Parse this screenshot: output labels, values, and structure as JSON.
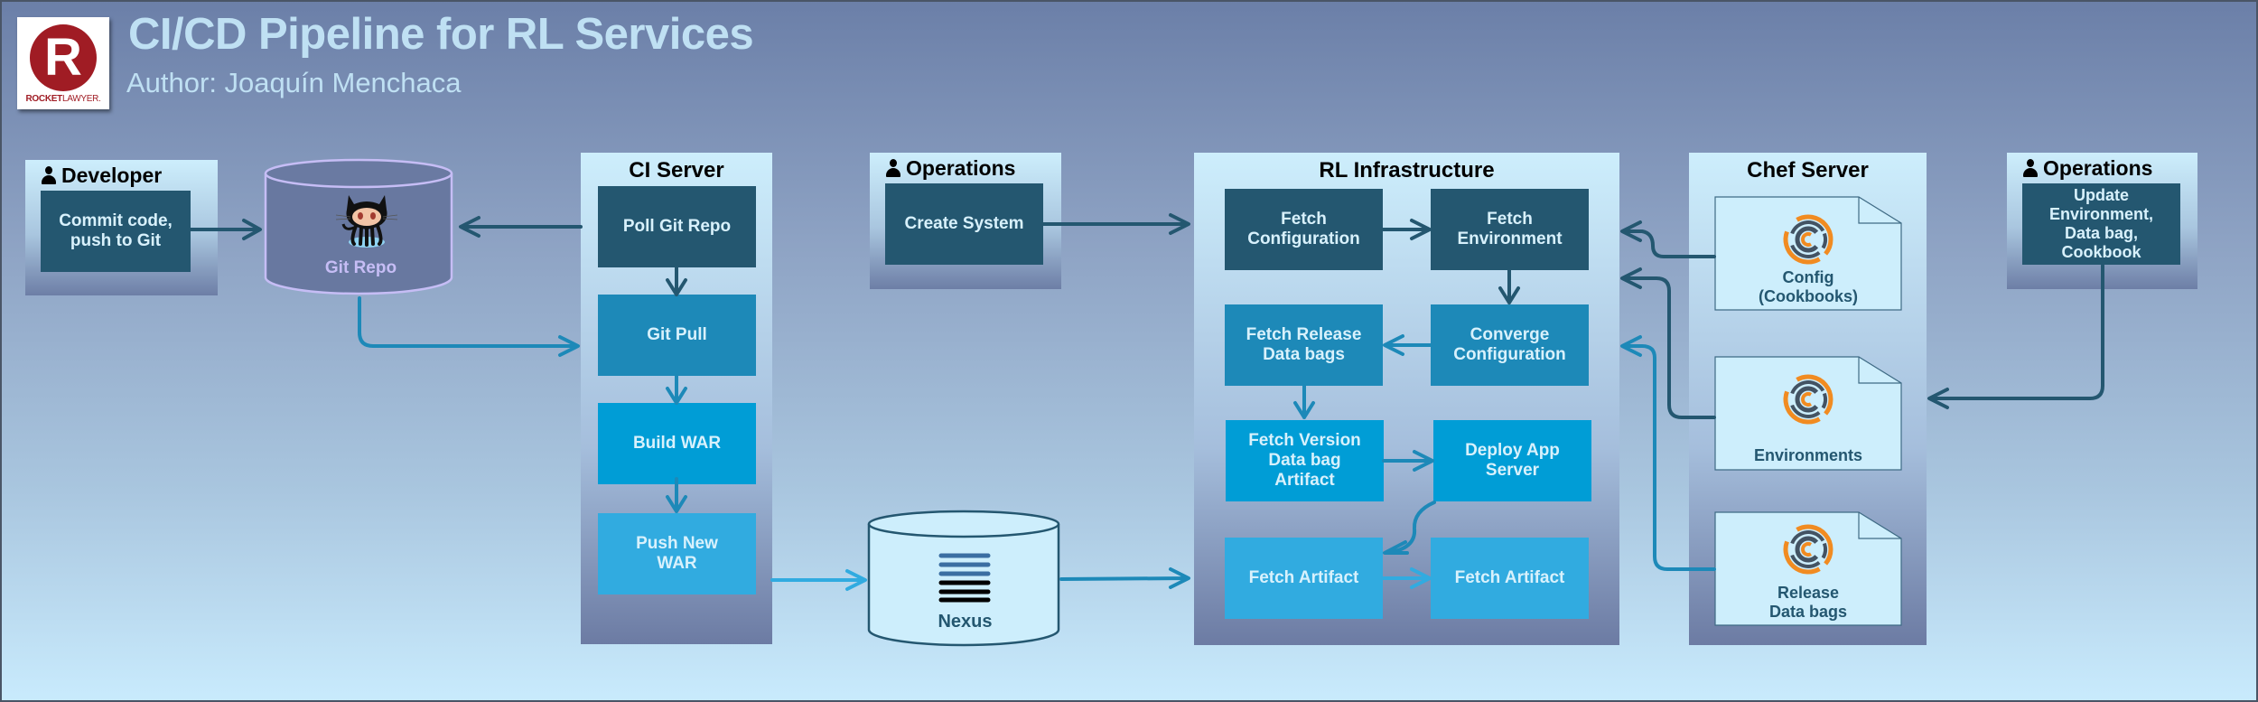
{
  "header": {
    "title": "CI/CD Pipeline for RL Services",
    "subtitle": "Author: Joaquín Menchaca",
    "logo": {
      "letter": "R",
      "brand_bold": "ROCKET",
      "brand_light": "LAWYER."
    }
  },
  "colors": {
    "dark": "#245770",
    "medium": "#1d89b8",
    "bright": "#009dd6",
    "light": "#31abe0",
    "title_text": "#bfe0f3",
    "git_repo_fill": "#6878a0",
    "git_repo_stroke": "#c6bdf5",
    "chef_orange": "#f18b21",
    "chef_gray": "#435363",
    "logo_red": "#a01c24"
  },
  "developer": {
    "title": "Developer",
    "icon": "person-icon",
    "step": "Commit code,\npush to Git"
  },
  "git_repo": {
    "label": "Git Repo",
    "icon": "github-octocat-icon"
  },
  "ci_server": {
    "title": "CI Server",
    "steps": [
      "Poll Git Repo",
      "Git Pull",
      "Build WAR",
      "Push New\nWAR"
    ]
  },
  "operations_left": {
    "title": "Operations",
    "icon": "person-icon",
    "step": "Create System"
  },
  "nexus": {
    "label": "Nexus",
    "icon": "nexus-stack-icon"
  },
  "rl_infrastructure": {
    "title": "RL Infrastructure",
    "steps": [
      "Fetch\nConfiguration",
      "Fetch\nEnvironment",
      "Fetch Release\nData bags",
      "Converge\nConfiguration",
      "Fetch Version\nData bag\nArtifact",
      "Deploy App\nServer",
      "Fetch Artifact",
      "Fetch Artifact"
    ]
  },
  "chef_server": {
    "title": "Chef Server",
    "documents": [
      {
        "label": "Config\n(Cookbooks)",
        "icon": "chef-logo-icon"
      },
      {
        "label": "Environments",
        "icon": "chef-logo-icon"
      },
      {
        "label": "Release\nData bags",
        "icon": "chef-logo-icon"
      }
    ]
  },
  "operations_right": {
    "title": "Operations",
    "icon": "person-icon",
    "step": "Update\nEnvironment,\nData bag,\nCookbook"
  }
}
